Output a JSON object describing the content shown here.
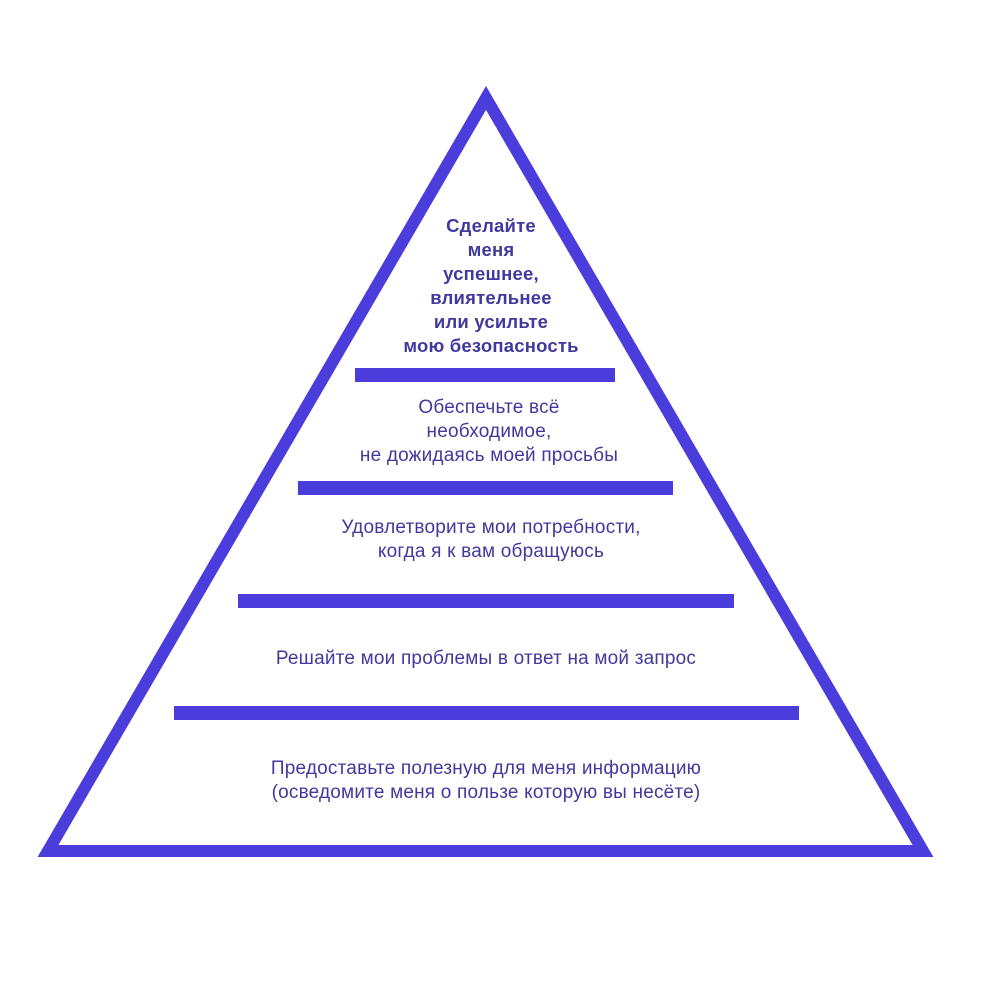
{
  "colors": {
    "accent": "#4a3ddb",
    "text": "#41399e",
    "background": "#ffffff"
  },
  "pyramid": {
    "levels": [
      {
        "text": "Сделайте\nменя\nуспешнее,\nвлиятельнее\nили усильте\nмою безопасность",
        "bold": true
      },
      {
        "text": "Обеспечьте всё\nнеобходимое,\nне дожидаясь моей просьбы",
        "bold": false
      },
      {
        "text": "Удовлетворите мои потребности,\nкогда я к вам обращуюсь",
        "bold": false
      },
      {
        "text": "Решайте мои проблемы в ответ на мой запрос",
        "bold": false
      },
      {
        "text": "Предоставьте полезную для меня информацию\n(осведомите меня о пользе которую вы несёте)",
        "bold": false
      }
    ]
  }
}
